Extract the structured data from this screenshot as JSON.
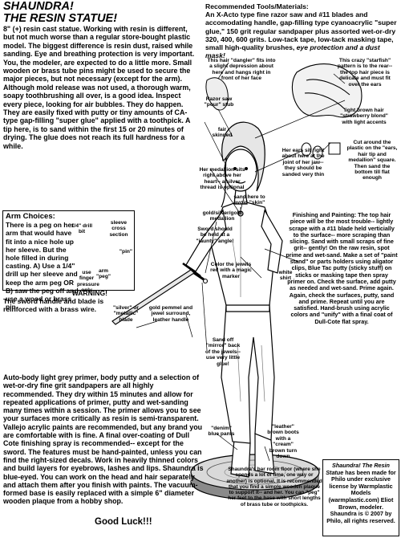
{
  "title": {
    "line1": "SHAUNDRA!",
    "line2": "THE RESIN STATUE!"
  },
  "intro": "8\" (+) resin cast statue. Working with resin is different, but not much worse than a regular store-bought plastic model. The biggest difference is resin dust, raised while sanding. Eye and breathing protection is very important. You, the modeler, are expected to do a little more. Small wooden or brass tube pins might be used to secure the major pieces, but not necessary (except for the arm). Although mold release was not used, a thorough warm, soapy toothbrushing all over, is a good idea. Inspect every piece, looking for air bubbles. They do happen. They are easily fixed with putty or tiny amounts of CA-type gap-filling \"super glue\" applied with a toothpick. A tip here, is to sand within the first 15 or 20 minutes of drying. The glue does not reach its full hardness for a while.",
  "tools": {
    "heading": "Recommended Tools/Materials:",
    "body": "An X-Acto type fine razor saw and #11 blades and accomodating handle, gap-filling type cyanoacrylic \"super glue,\" 150 grit regular sandpaper plus assorted wet-or-dry 320, 400, 600 grits. Low-tack tape, low-tack masking tape, small high-quality brushes,",
    "emphasis": "eye protection and a dust mask!"
  },
  "arm": {
    "heading": "Arm Choices:",
    "body": "There is a peg on her arm that would have fit into a nice hole up her sleeve. But the hole filled in during casting. A) Use a 1/4\" drill up her sleeve and keep the arm peg OR B) saw the peg off and use a wood or brass pin"
  },
  "warning": {
    "heading": "WARNING!",
    "body": "The sword handle and blade is reinforced with a brass wire."
  },
  "lower": "Auto-body light grey primer, body putty and a selection of wet-or-dry fine grit sandpapers are all highly recommended. They dry within 15 minutes and allow for repeated applications of primer, putty and wet-sanding many times within a session. The primer allows you to see your surfaces more critically as resin is semi-transparent. Vallejo acrylic paints are recommended, but any brand you are comfortable with is fine. A final over-coating of Dull Cote finishing spray is recommended-- except for the sword. The features must be hand-painted, unless you can find the right-sized decals. Work in heavily thinned colors and build layers for eyebrows, lashes and lips. Shaundra is blue-eyed. You can work on the head and hair separately and attach them after you finish with paints. The vacuum-formed base is easily replaced with a simple 6\" diameter wooden plaque from a hobby shop.",
  "good_luck": "Good Luck!!!",
  "finishing": "Finishing and Painting: The top hair piece will be the most trouble-- lightly scrape with a #11 blade held verticially to the surface-- more scraping than slicing. Sand with small scraps of fine grit-- gently! On the raw resin, spot prime and wet-sand. Make a set of \"paint stand\" or parts holders using aligator clips, Blue Tac putty (sticky stuff) on sticks or masking tape then spray primer on. Check the surface, add putty as needed and wet-sand. Prime again. Again, check the surfaces, putty, sand and prime. Repeat until you are satisfied. Hand-brush using acrylic colors and \"unify\" with a final coat of Dull-Cote flat spray.",
  "footnote": "Shaundra's bar room floor (where she spends a lot of time, one way or another) is optional. It is recommended that you find a simple wooden plaque to support it-- and her. You can \"peg\" her feet to the base with short lengths of brass tube or toothpicks.",
  "credit": {
    "title": "Shaundra! The Resin Statue",
    "body": "has been made for Philo under exclusive license by Warmplastic Models (warmplastic.com) Eliot Brown, modeler. Shaundra is © 2007 by Philo, all rights reserved."
  },
  "callouts": {
    "hair_dangler": "This hair \"dangler\" fits into a slight depression about here and hangs right in front of her face",
    "starfish": "This crazy \"starfish\" pattern is to the rear-- the top hair piece is delicate and must fit over the ears",
    "razor_saw": "Razor saw \"pour\" stub",
    "strawberry": "light brown hair \"strawberry blond\" with light accents",
    "fair_skinned": "fair skinned",
    "medallion_slit": "Her medallion sits right above her heart-- a silver thread is optional",
    "ears_slit": "Her ears sit right about here at the joint of her jaw-- they should be sanded very thin",
    "cut_around": "Cut around the plastic on the \"ears, hair tip and medallion\" square. Then sand the bottom till flat enough",
    "sand_here": "sand here to avoid \"skin\"",
    "gold_medallion": "gold/silver/gold medallion",
    "sword_jaunty": "Sword should be held at a \"jaunty\" angle!",
    "drill_bit": "1/4\" drill bit",
    "sleeve_cross": "sleeve cross section",
    "pin": "\"pin\"",
    "arm_peg": "arm \"peg\"",
    "use_finger": "use finger pressure only",
    "jewels": "Color the jewels red with a magic marker",
    "white_shirt": "white shirt",
    "silver_metallic": "\"silver\" or \"metallic\" blade",
    "gold_pommel": "gold pemmel and jewel surround, leather handle",
    "sand_off": "Sand off \"mirror\" back of the jewels-- use very little glue!",
    "denim": "\"denim\" blue pants",
    "leather_boots": "\"leather\" brown boots with a \"cream\" brown turn down"
  },
  "colors": {
    "ink": "#000000",
    "paper": "#ffffff",
    "base_gray": "#9a9a9a"
  }
}
